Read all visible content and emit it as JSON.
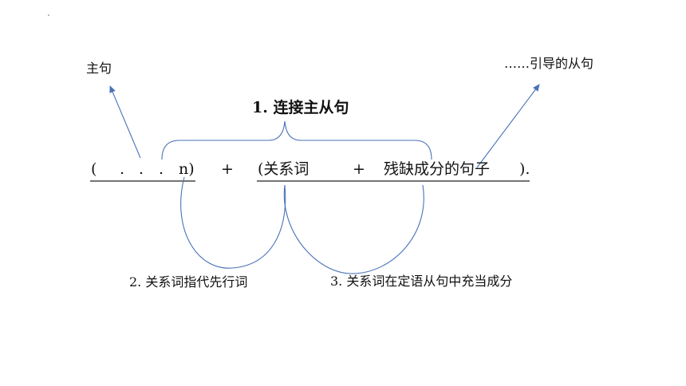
{
  "labels": {
    "main_clause": "主句",
    "led_clause": "……引导的从句",
    "connect": "1. 连接主从句",
    "antecedent": "2. 关系词指代先行词",
    "component": "3. 关系词在定语从句中充当成分"
  },
  "sentence": {
    "open_paren": "(",
    "dot": ".",
    "n_close": "n)",
    "plus": "+",
    "relative": "(关系词",
    "rest": "残缺成分的句子",
    "end": ")."
  },
  "colors": {
    "connector": "#4a72b8",
    "text": "#111111",
    "underline": "#222222"
  }
}
